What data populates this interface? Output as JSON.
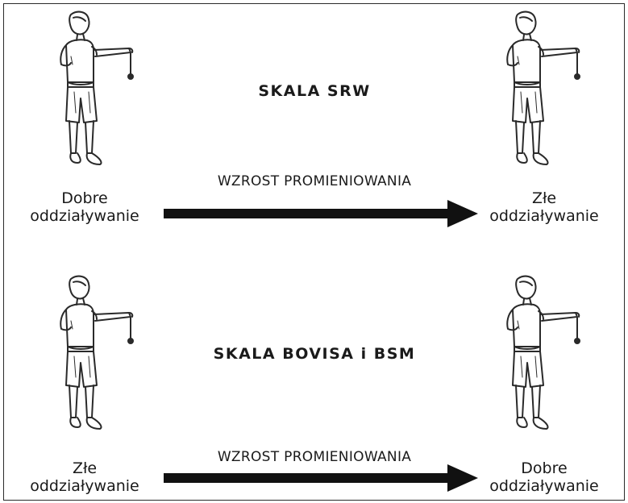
{
  "scales": [
    {
      "title": "SKALA SRW",
      "arrow_label": "WZROST PROMIENIOWANIA",
      "left_label": [
        "Dobre",
        "oddziaływanie"
      ],
      "right_label": [
        "Złe",
        "oddziaływanie"
      ]
    },
    {
      "title": "SKALA BOVISA i BSM",
      "arrow_label": "WZROST PROMIENIOWANIA",
      "left_label": [
        "Złe",
        "oddziaływanie"
      ],
      "right_label": [
        "Dobre",
        "oddziaływanie"
      ]
    }
  ],
  "colors": {
    "line": "#2a2a2a",
    "arrow": "#111111"
  },
  "icons": {
    "figure": "person-with-pendulum-icon",
    "arrow": "right-arrow-icon"
  }
}
